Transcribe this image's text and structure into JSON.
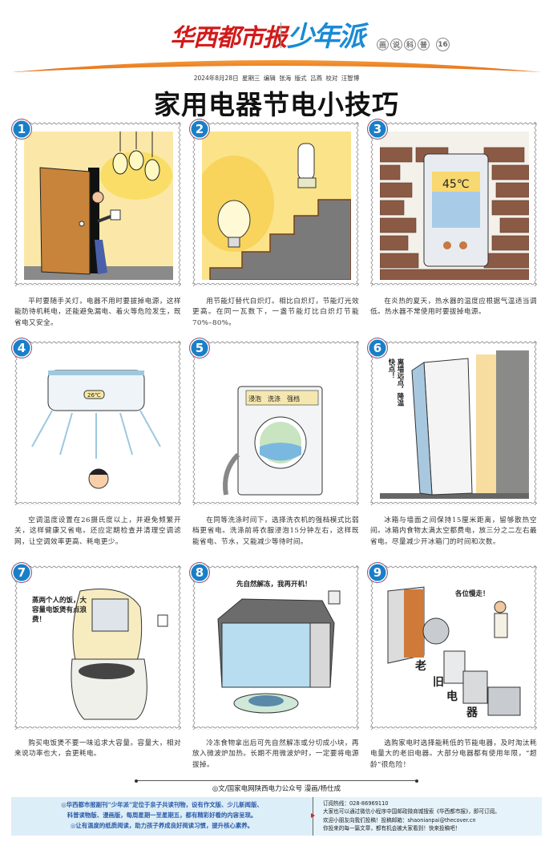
{
  "masthead": {
    "newspaper": "华西都市报",
    "supplement": "少年派",
    "section_chars": [
      "画",
      "说",
      "科",
      "普"
    ],
    "page_number": "16",
    "colors": {
      "newspaper_red": "#d21a1a",
      "supplement_blue": "#1a8ad6",
      "arc_orange": "#ee7a1e"
    }
  },
  "dateline": "2024年8月28日  星期三    编辑 张海   版式 吕燕   校对 汪智博",
  "page_title": "家用电器节电小技巧",
  "panels": [
    {
      "number": "1",
      "scene": "child-switching-off-lights",
      "bubble": "",
      "caption": "平时要随手关灯，电器不用时要拔掉电源，这样能防待机耗电，还能避免漏电、着火等危险发生，既省电又安全。"
    },
    {
      "number": "2",
      "scene": "incandescent-bulb-and-cfl-on-stairs",
      "bubble": "",
      "caption": "用节能灯替代白炽灯。相比白炽灯，节能灯光效更高。在同一瓦数下，一盏节能灯比白炽灯节能70%–80%。"
    },
    {
      "number": "3",
      "scene": "water-heater-on-brick-wall",
      "display": "45℃",
      "bubble": "",
      "caption": "在炎热的夏天，热水器的温度应根据气温适当调低。热水器不常使用时要拔掉电源。"
    },
    {
      "number": "4",
      "scene": "air-conditioner-cooling-child",
      "display": "26℃",
      "bubble": "",
      "caption": "空调温度设置在26摄氏度以上，并避免频繁开关，这样健康又省电。还应定期检查并清理空调滤网，让空调效率更高、耗电更少。"
    },
    {
      "number": "5",
      "scene": "front-loading-washing-machine",
      "buttons": [
        "浸泡",
        "洗涤",
        "强档"
      ],
      "bubble": "",
      "caption": "在同等洗涤时间下，选择洗衣机的强档模式比弱档更省电。洗涤前将衣服浸泡15分钟左右，这样既能省电、节水，又能减少等待时间。"
    },
    {
      "number": "6",
      "scene": "refrigerator-away-from-wall",
      "bubble": "离墙远点，降温快点！",
      "caption": "冰箱与墙面之间保持15厘米距离，留够散热空间。冰箱内食物太满太空都费电，放三分之二左右最省电。尽量减少开冰箱门的时间和次数。"
    },
    {
      "number": "7",
      "scene": "rice-cooker",
      "bubble": "蒸两个人的饭，大容量电饭煲有点浪费！",
      "caption": "购买电饭煲不要一味追求大容量。容量大，相对来说功率也大，会更耗电。"
    },
    {
      "number": "8",
      "scene": "microwave-with-frozen-fish",
      "bubble": "先自然解冻，我再开机！",
      "caption": "冷冻食物拿出后可先自然解冻或分切成小块，再放入微波炉加热。长期不用微波炉时，一定要将电源拔掉。"
    },
    {
      "number": "9",
      "scene": "old-appliances-leaving",
      "bubble": "各位慢走！",
      "art_label": [
        "老",
        "旧",
        "电",
        "器"
      ],
      "caption": "选购家电时选择能耗低的节能电器，及时淘汰耗电量大的老旧电器。大部分电器都有使用年限，“超龄”很危险！"
    }
  ],
  "credit": "◎文/国家电网陕西电力公众号  漫画/杨仕成",
  "footer": {
    "left_lines": [
      "◎华西都市报副刊“少年派”定位于亲子共读刊物，设有作文版、少儿新闻版、",
      "科普读物版、漫画版，每周星期一至星期五，都有精彩好看的内容呈现。",
      "◎让有温度的纸质阅读，助力孩子养成良好阅读习惯，提升核心素养。"
    ],
    "right_lines": [
      "订阅热线：028-86969110",
      "大家也可以通过微信小程序中国邮政微商城搜索《华西都市报》，即可订阅。",
      "欢迎小朋友向我们投稿！投稿邮箱：shaonianpai@thecover.cn",
      "你投来的每一篇文章，都有机会被大家看到！快来投稿吧！"
    ],
    "colors": {
      "left_bg": "#dceef8",
      "left_text": "#2a5aa8"
    }
  }
}
